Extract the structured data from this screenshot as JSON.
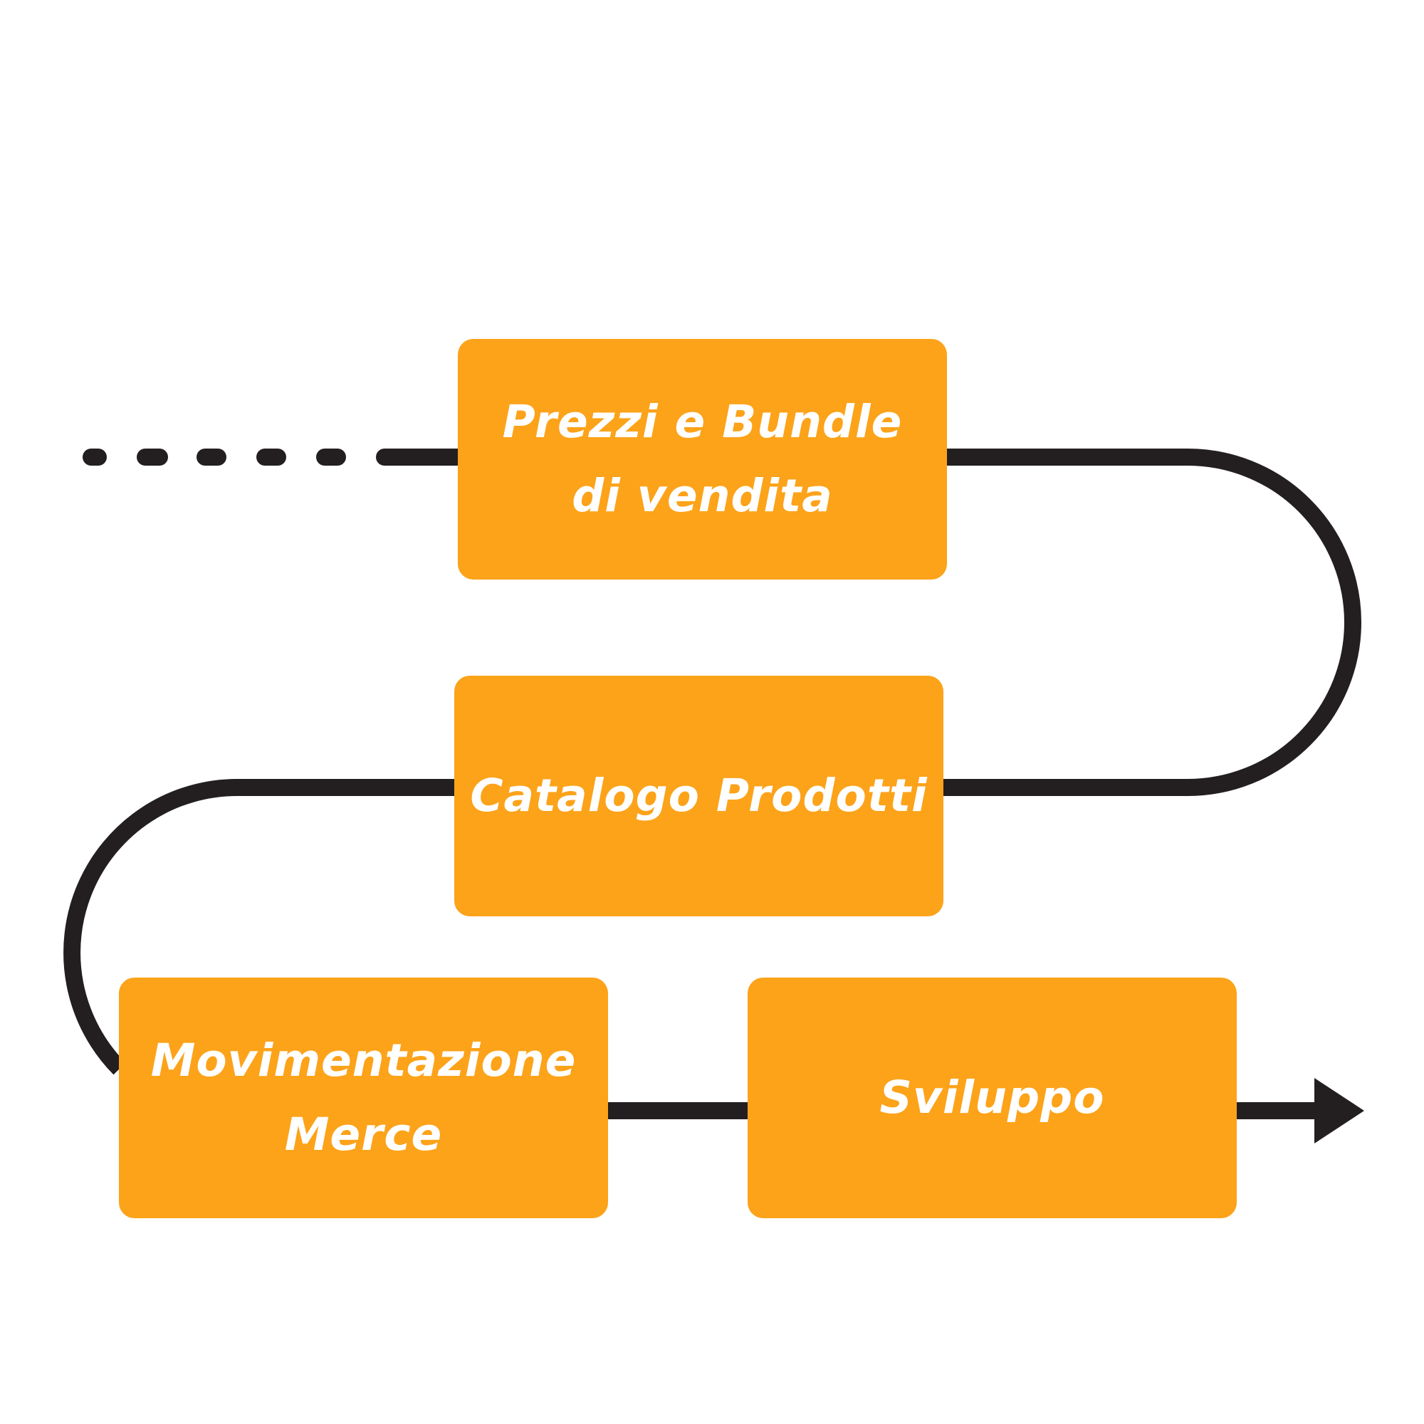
{
  "colors": {
    "box_fill": "#fca31a",
    "label_text": "#ffffff",
    "connector": "#231f20",
    "background": "#ffffff"
  },
  "steps": [
    {
      "label": "Prezzi e Bundle\ndi vendita"
    },
    {
      "label": "Catalogo Prodotti"
    },
    {
      "label": "Movimentazione\nMerce"
    },
    {
      "label": "Sviluppo"
    }
  ]
}
